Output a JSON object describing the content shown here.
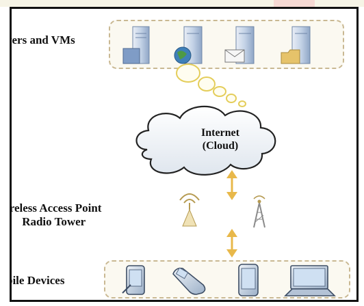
{
  "labels": {
    "servers": "vers and VMs",
    "wap_line1": "ireless Access Point",
    "wap_line2": "Radio Tower",
    "mobile": "bile Devices"
  },
  "cloud": {
    "line1": "Internet",
    "line2": "(Cloud)"
  },
  "icons": {
    "servers": [
      "server-icon",
      "server-globe-icon",
      "server-mail-icon",
      "server-folder-icon"
    ],
    "connectors": [
      "wireless-access-point-icon",
      "radio-tower-icon"
    ],
    "mobile": [
      "pda-icon",
      "flip-phone-icon",
      "smartphone-icon",
      "laptop-icon"
    ]
  },
  "colors": {
    "arrow": "#e8b84a",
    "server_body": "#9fb6d6",
    "box_border": "#c9b892",
    "bubble_border": "#e4cd5a"
  }
}
